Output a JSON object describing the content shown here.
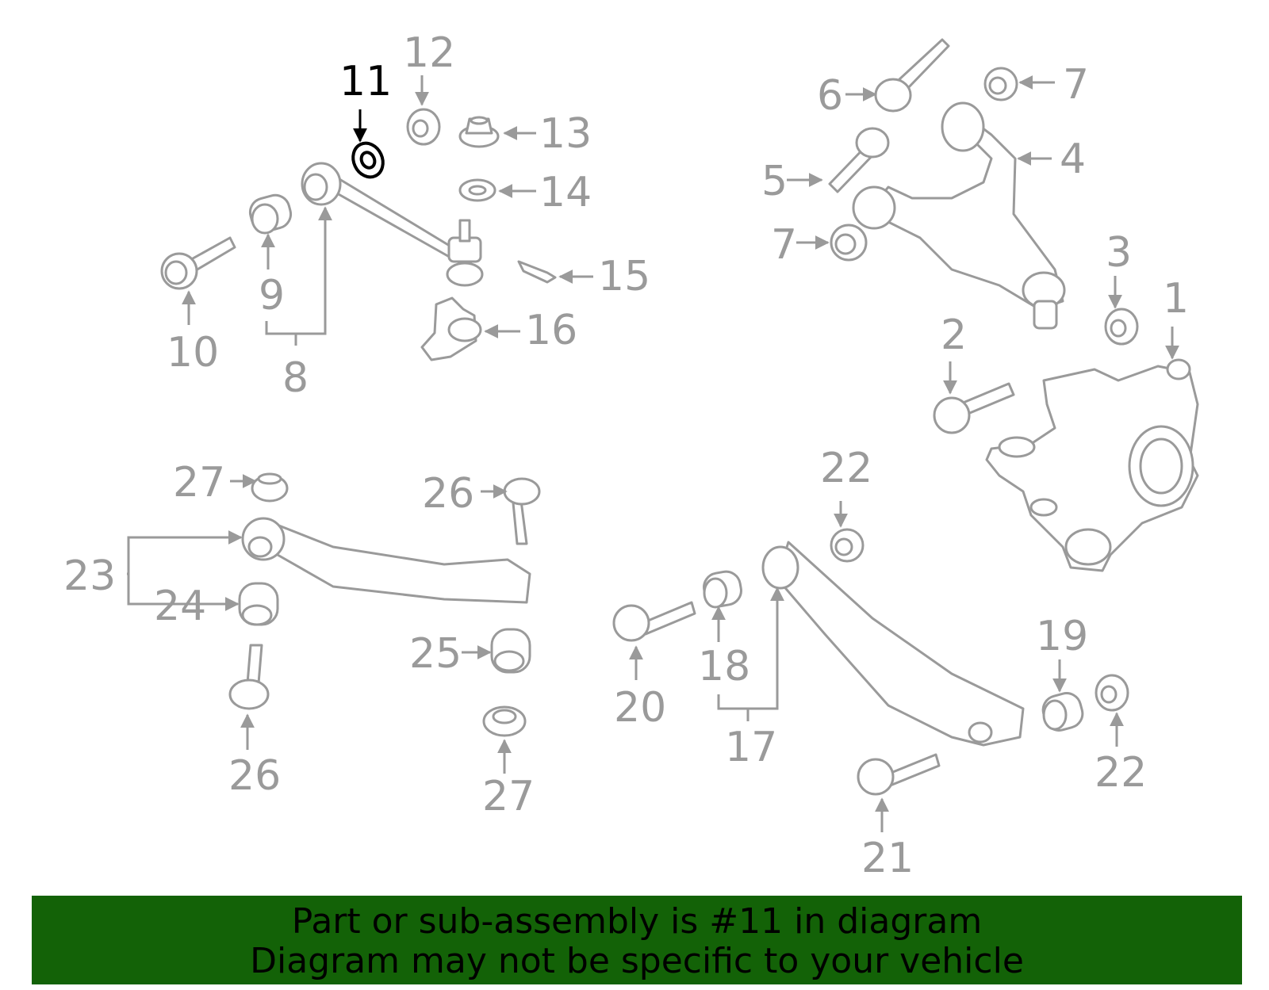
{
  "diagram": {
    "highlighted_part": "11",
    "labels": [
      "1",
      "2",
      "3",
      "4",
      "5",
      "6",
      "7",
      "7",
      "8",
      "9",
      "10",
      "11",
      "12",
      "13",
      "14",
      "15",
      "16",
      "17",
      "18",
      "19",
      "20",
      "21",
      "22",
      "22",
      "23",
      "24",
      "25",
      "26",
      "26",
      "27",
      "27"
    ],
    "colors": {
      "highlight": "#000000",
      "normal": "#9a9a9a",
      "banner": "#136207"
    }
  },
  "banner": {
    "line1": "Part or sub-assembly is #11 in diagram",
    "line2": "Diagram may not be specific to your vehicle"
  }
}
